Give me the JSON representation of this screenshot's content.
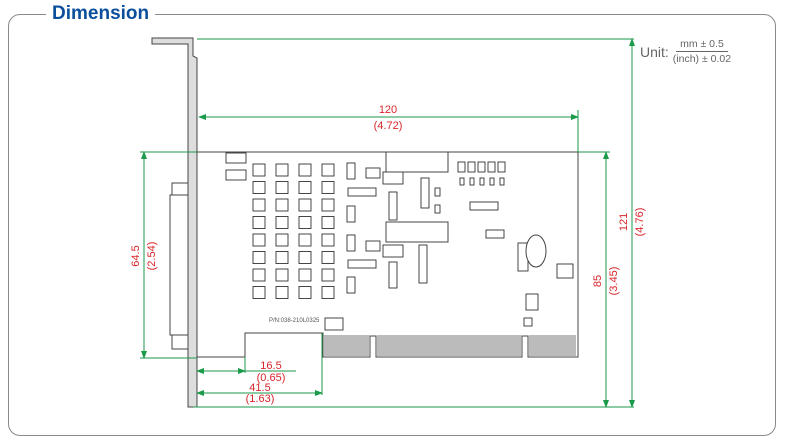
{
  "section_title": "Dimension",
  "unit": {
    "label": "Unit:",
    "numerator": "mm ± 0.5",
    "denominator": "(inch) ± 0.02"
  },
  "dimensions": {
    "width": {
      "mm": "120",
      "inch": "(4.72)"
    },
    "overall_height": {
      "mm": "121",
      "inch": "(4.76)"
    },
    "board_height": {
      "mm": "85",
      "inch": "(3.45)"
    },
    "connector_height": {
      "mm": "64.5",
      "inch": "(2.54)"
    },
    "offset_small": {
      "mm": "16.5",
      "inch": "(0.65)"
    },
    "offset_large": {
      "mm": "41.5",
      "inch": "(1.63)"
    }
  },
  "part_number": "P/N:038-210L0325",
  "colors": {
    "title": "#0b4f9c",
    "dimension_line": "#1a9a4a",
    "dimension_text": "#d9252b"
  }
}
